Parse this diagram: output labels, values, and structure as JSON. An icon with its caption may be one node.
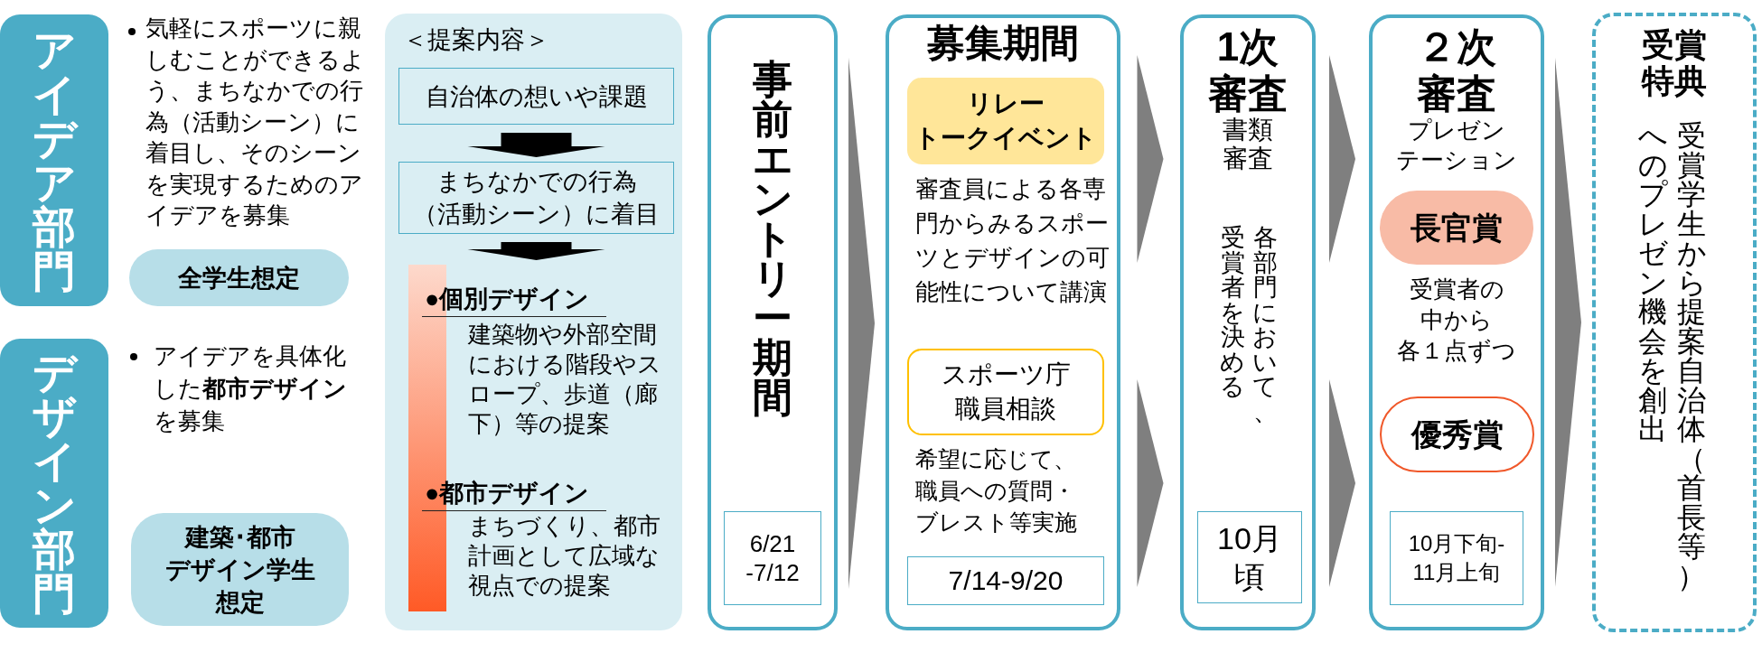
{
  "diagram": {
    "nodes": [
      {
        "text": [
          "アイデア部門"
        ]
      },
      {
        "text": [
          "全学生想定"
        ]
      },
      {
        "text": [
          "デザイン部門"
        ]
      },
      {
        "text": [
          "建築･都市デザイン学生想定"
        ]
      },
      {
        "text": [
          "＜提案内容＞"
        ]
      },
      {
        "text": [
          "自治体の想いや課題"
        ],
        "in": 4
      },
      {
        "text": [
          "まちなかでの行為（活動シーン）に着目"
        ],
        "in": 4
      },
      {
        "text": [
          "●個別デザイン",
          "建築物や外部空間における階段やスロープ、歩道（廊下）等の提案",
          "●都市デザイン",
          "まちづくり、都市計画として広域な視点での提案"
        ],
        "in": 4
      },
      {
        "text": [
          "事前エントリー期間"
        ]
      },
      {
        "text": [
          "6/21 -7/12"
        ],
        "in": 8
      },
      {
        "text": [
          "募集期間"
        ]
      },
      {
        "text": [
          "リレートークイベント"
        ],
        "in": 10,
        "beside": [
          "審査員による各専門からみるスポーツとデザインの可能性について講演"
        ]
      },
      {
        "text": [
          "スポーツ庁職員相談"
        ],
        "in": 10,
        "beside": [
          "希望に応じて、職員への質問・ブレスト等実施"
        ]
      },
      {
        "text": [
          "7/14-9/20"
        ],
        "in": 10
      },
      {
        "text": [
          "1次審査",
          "書類審査",
          "各部門において、受賞者を決める"
        ]
      },
      {
        "text": [
          "10月頃"
        ],
        "in": 14
      },
      {
        "text": [
          "２次審査",
          "プレゼンテーション",
          "受賞者の中から各１点ずつ"
        ]
      },
      {
        "text": [
          "長官賞"
        ],
        "in": 16
      },
      {
        "text": [
          "優秀賞"
        ],
        "in": 16
      },
      {
        "text": [
          "10月下旬-11月上旬"
        ],
        "in": 16
      },
      {
        "text": [
          "受賞特典",
          "受賞学生から提案自治体（首長等）へのプレゼン機会を創出"
        ]
      }
    ],
    "edges": [
      {
        "from": 5,
        "to": 6,
        "arrow": "to",
        "color": "#000000"
      },
      {
        "from": 6,
        "to": 7,
        "arrow": "to",
        "color": "#000000"
      },
      {
        "from": 8,
        "to": 10,
        "arrow": "to"
      },
      {
        "from": 10,
        "to": 14,
        "arrow": "to"
      },
      {
        "from": 10,
        "to": 14,
        "arrow": "to"
      },
      {
        "from": 14,
        "to": 16,
        "arrow": "to"
      },
      {
        "from": 14,
        "to": 16,
        "arrow": "to"
      },
      {
        "from": 16,
        "to": 20,
        "arrow": "to"
      }
    ],
    "labels": [
      "気軽にスポーツに親しむことができるよう、まちなかでの行為（活動シーン）に着目し、そのシーンを実現するためのアイデアを募集",
      "アイデアを具体化した**都市デザイン**を募集"
    ]
  }
}
